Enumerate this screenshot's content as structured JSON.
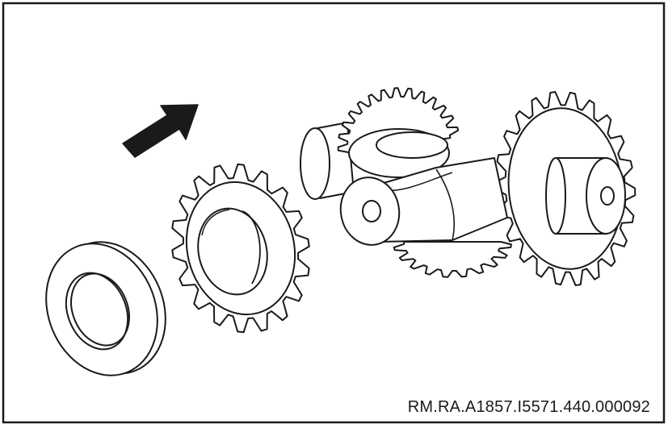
{
  "figure": {
    "reference_code": "RM.RA.A1857.I5571.440.000092"
  },
  "colors": {
    "ink": "#1a1a1a",
    "paper": "#ffffff"
  },
  "illustration": {
    "parts": [
      "thrust-washer",
      "side-gear",
      "differential-case-assembly",
      "installation-direction-arrow"
    ]
  }
}
